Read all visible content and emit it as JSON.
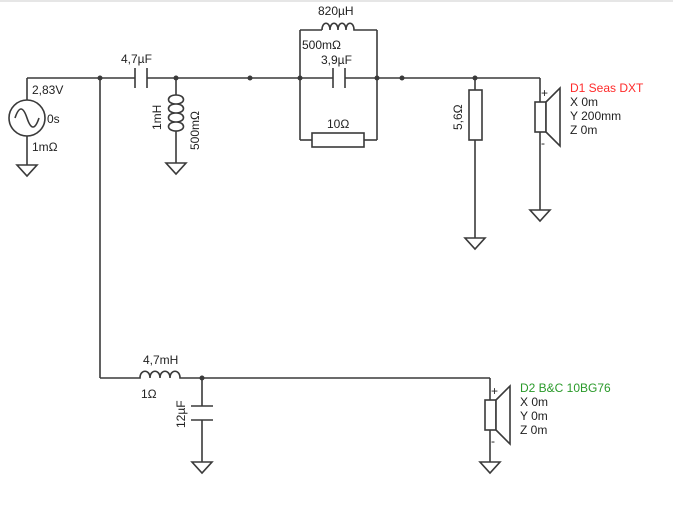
{
  "source": {
    "voltage": "2,83V",
    "delay": "0s",
    "resistance": "1mΩ"
  },
  "components": {
    "c_series_tweeter": "4,7µF",
    "l_shunt_tweeter": "1mH",
    "l_shunt_tweeter_r": "500mΩ",
    "l_notch": "820µH",
    "l_notch_r": "500mΩ",
    "c_notch": "3,9µF",
    "r_notch": "10Ω",
    "r_shunt": "5,6Ω",
    "l_woofer": "4,7mH",
    "l_woofer_r": "1Ω",
    "c_woofer": "12µF"
  },
  "drivers": [
    {
      "name": "D1 Seas DXT",
      "x": "X 0m",
      "y": "Y 200mm",
      "z": "Z 0m",
      "color": "#ff2a2a",
      "plus": "+",
      "minus": "-"
    },
    {
      "name": "D2 B&C 10BG76",
      "x": "X 0m",
      "y": "Y 0m",
      "z": "Z 0m",
      "color": "#2a9a2a",
      "plus": "+",
      "minus": "-"
    }
  ]
}
